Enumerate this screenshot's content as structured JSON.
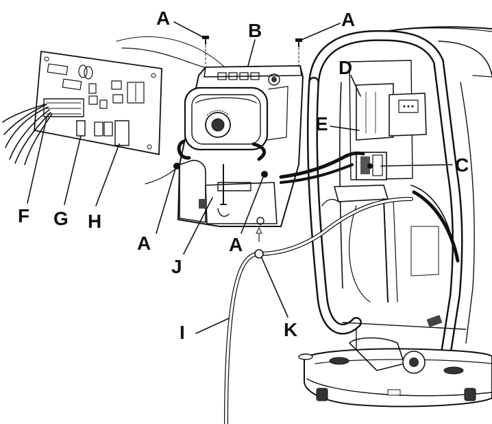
{
  "colors": {
    "line": "#111111",
    "background": "#ffffff",
    "panel_fill": "#ffffff",
    "dark_fill": "#555555"
  },
  "callouts": {
    "a1": "A",
    "a2": "A",
    "a3": "A",
    "a4": "A",
    "b": "B",
    "c": "C",
    "d": "D",
    "e": "E",
    "f": "F",
    "g": "G",
    "h": "H",
    "i": "I",
    "j": "J",
    "k": "K"
  }
}
